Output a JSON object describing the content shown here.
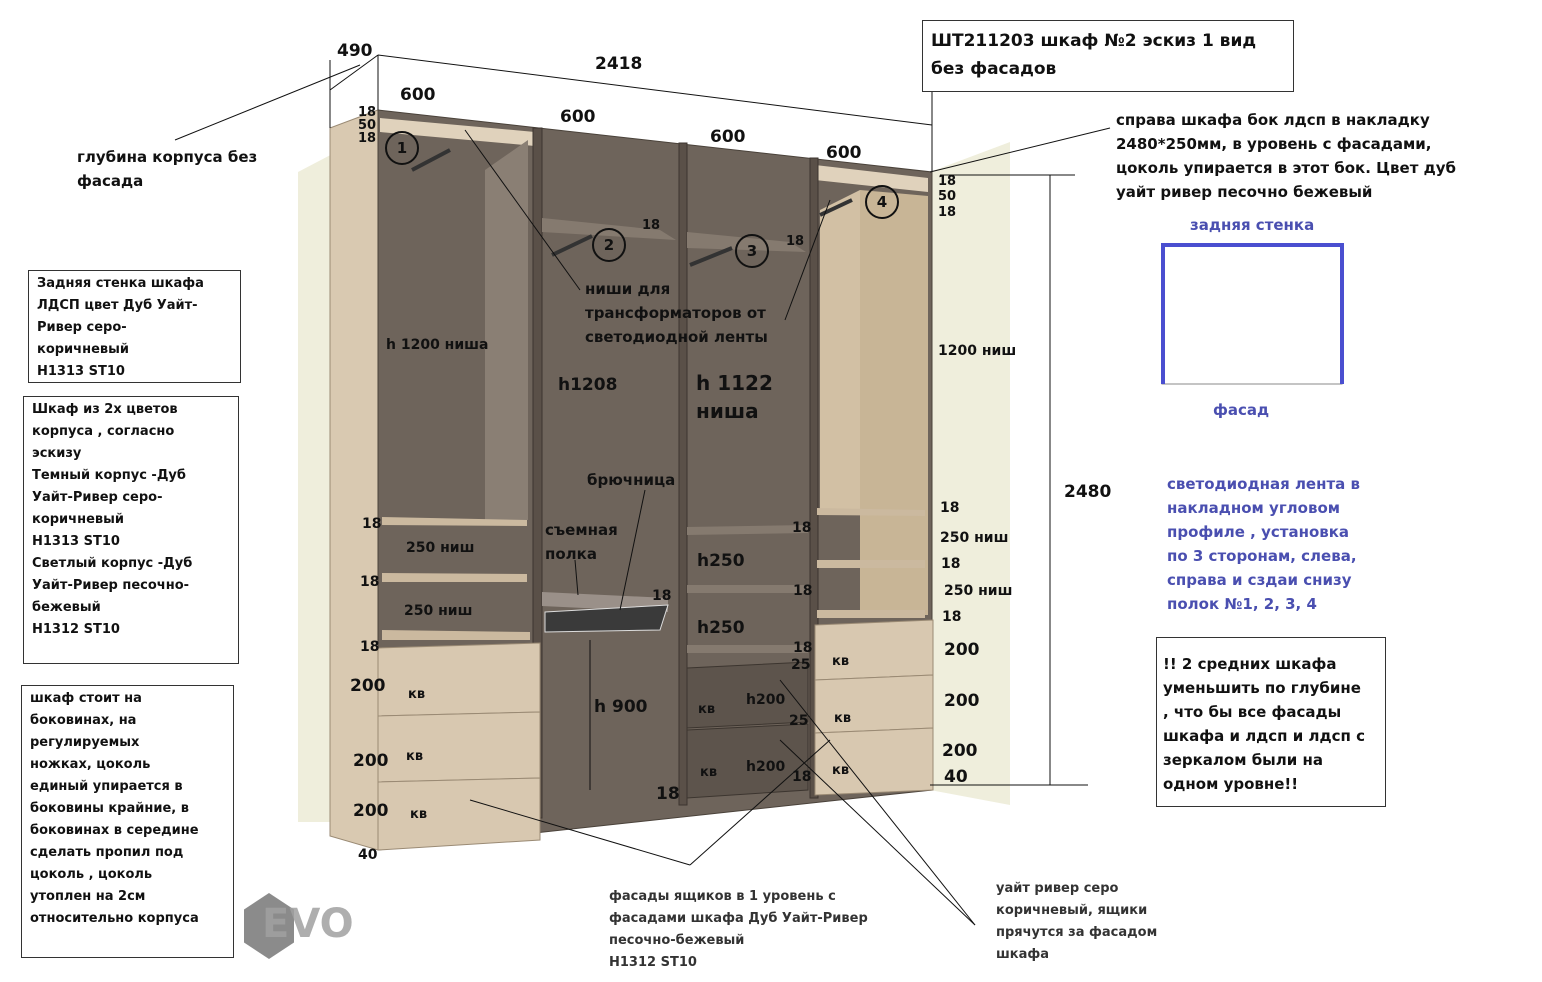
{
  "title": {
    "line1": "ШТ211203 шкаф №2 эскиз 1 вид",
    "line2": "без фасадов"
  },
  "dims": {
    "depth": "490",
    "width": "2418",
    "w1": "600",
    "w2": "600",
    "w3": "600",
    "w4": "600",
    "height": "2480",
    "top_l": [
      "18",
      "50",
      "18"
    ],
    "top_r": [
      "18",
      "50",
      "18"
    ],
    "s2_18": "18",
    "s3_18": "18",
    "h1200_l": "h 1200 ниша",
    "h1208": "h1208",
    "h1122": "h 1122",
    "nisha": "ниша",
    "r1200": "1200 ниш",
    "l18a": "18",
    "l250a": "250 ниш",
    "l18b": "18",
    "l250b": "250 ниш",
    "l18c": "18",
    "l200a": "200",
    "l200b": "200",
    "l200c": "200",
    "l40": "40",
    "kv": "кв",
    "r18a": "18",
    "r250a": "250 ниш",
    "r18b": "18",
    "r250b": "250 ниш",
    "r18c": "18",
    "r200a": "200",
    "r200b": "200",
    "r200c": "200",
    "r40": "40",
    "m18a": "18",
    "m_h250a": "h250",
    "m18b": "18",
    "m_h250b": "h250",
    "m18c": "18",
    "m25a": "25",
    "m25b": "25",
    "m_h200a": "h200",
    "m_h200b": "h200",
    "m18d": "18",
    "h900": "h  900",
    "b18": "18",
    "p18": "18"
  },
  "callouts": {
    "depth_note": [
      "глубина корпуса без",
      "фасада"
    ],
    "niche_note": [
      "ниши для",
      "трансформаторов от",
      "светодиодной ленты"
    ],
    "trousers": "брючница",
    "shelf": [
      "съемная",
      "полка"
    ],
    "right_side": [
      "справа шкафа бок лдсп в накладку",
      "2480*250мм, в уровень с фасадами,",
      "цоколь упирается в этот бок. Цвет дуб",
      "уайт ривер песочно бежевый"
    ],
    "back_wall": "задняя стенка",
    "facade": "фасад",
    "led": [
      "светодиодная лента в",
      "накладном угловом",
      "профиле , установка",
      "по 3 сторонам, слева,",
      "справа и сздаи снизу",
      "полок №1, 2, 3, 4"
    ],
    "drawer_facades": [
      "фасады ящиков в 1 уровень с",
      "фасадами шкафа Дуб Уайт-Ривер",
      "песочно-бежевый",
      "H1312 ST10"
    ],
    "grey_brown": [
      "уайт ривер серо",
      "коричневый, ящики",
      "прячутся за фасадом",
      "шкафа"
    ]
  },
  "rods": [
    "1",
    "2",
    "3",
    "4"
  ],
  "boxes": {
    "back_panel": [
      "Задняя стенка шкафа",
      "ЛДСП цвет Дуб Уайт-",
      "Ривер серо-",
      "коричневый",
      "H1313 ST10"
    ],
    "colors": [
      "Шкаф из 2х цветов",
      "корпуса , согласно",
      "эскизу",
      "Темный  корпус -Дуб",
      "Уайт-Ривер серо-",
      "коричневый",
      "H1313 ST10",
      "Светлый корпус -Дуб",
      "Уайт-Ривер песочно-",
      "бежевый",
      "H1312 ST10"
    ],
    "legs": [
      "шкаф стоит на",
      "боковинах, на",
      "регулируемых",
      "ножках, цоколь",
      "единый упирается в",
      "боковины крайние, в",
      "боковинах в середине",
      "сделать пропил под",
      "цоколь , цоколь",
      "утоплен на 2см",
      "относительно корпуса"
    ],
    "depth_warn": [
      "!! 2 средних шкафа",
      "уменьшить по глубине",
      ", что бы все фасады",
      "шкафа и лдсп и лдсп с",
      "зеркалом были на",
      "одном уровне!!"
    ]
  },
  "watermark": "EVO",
  "colors": {
    "dark_wood": "#6e645b",
    "light_wood": "#d5c4aa",
    "wall": "#efeedc",
    "blue": "#4a4fb0"
  }
}
